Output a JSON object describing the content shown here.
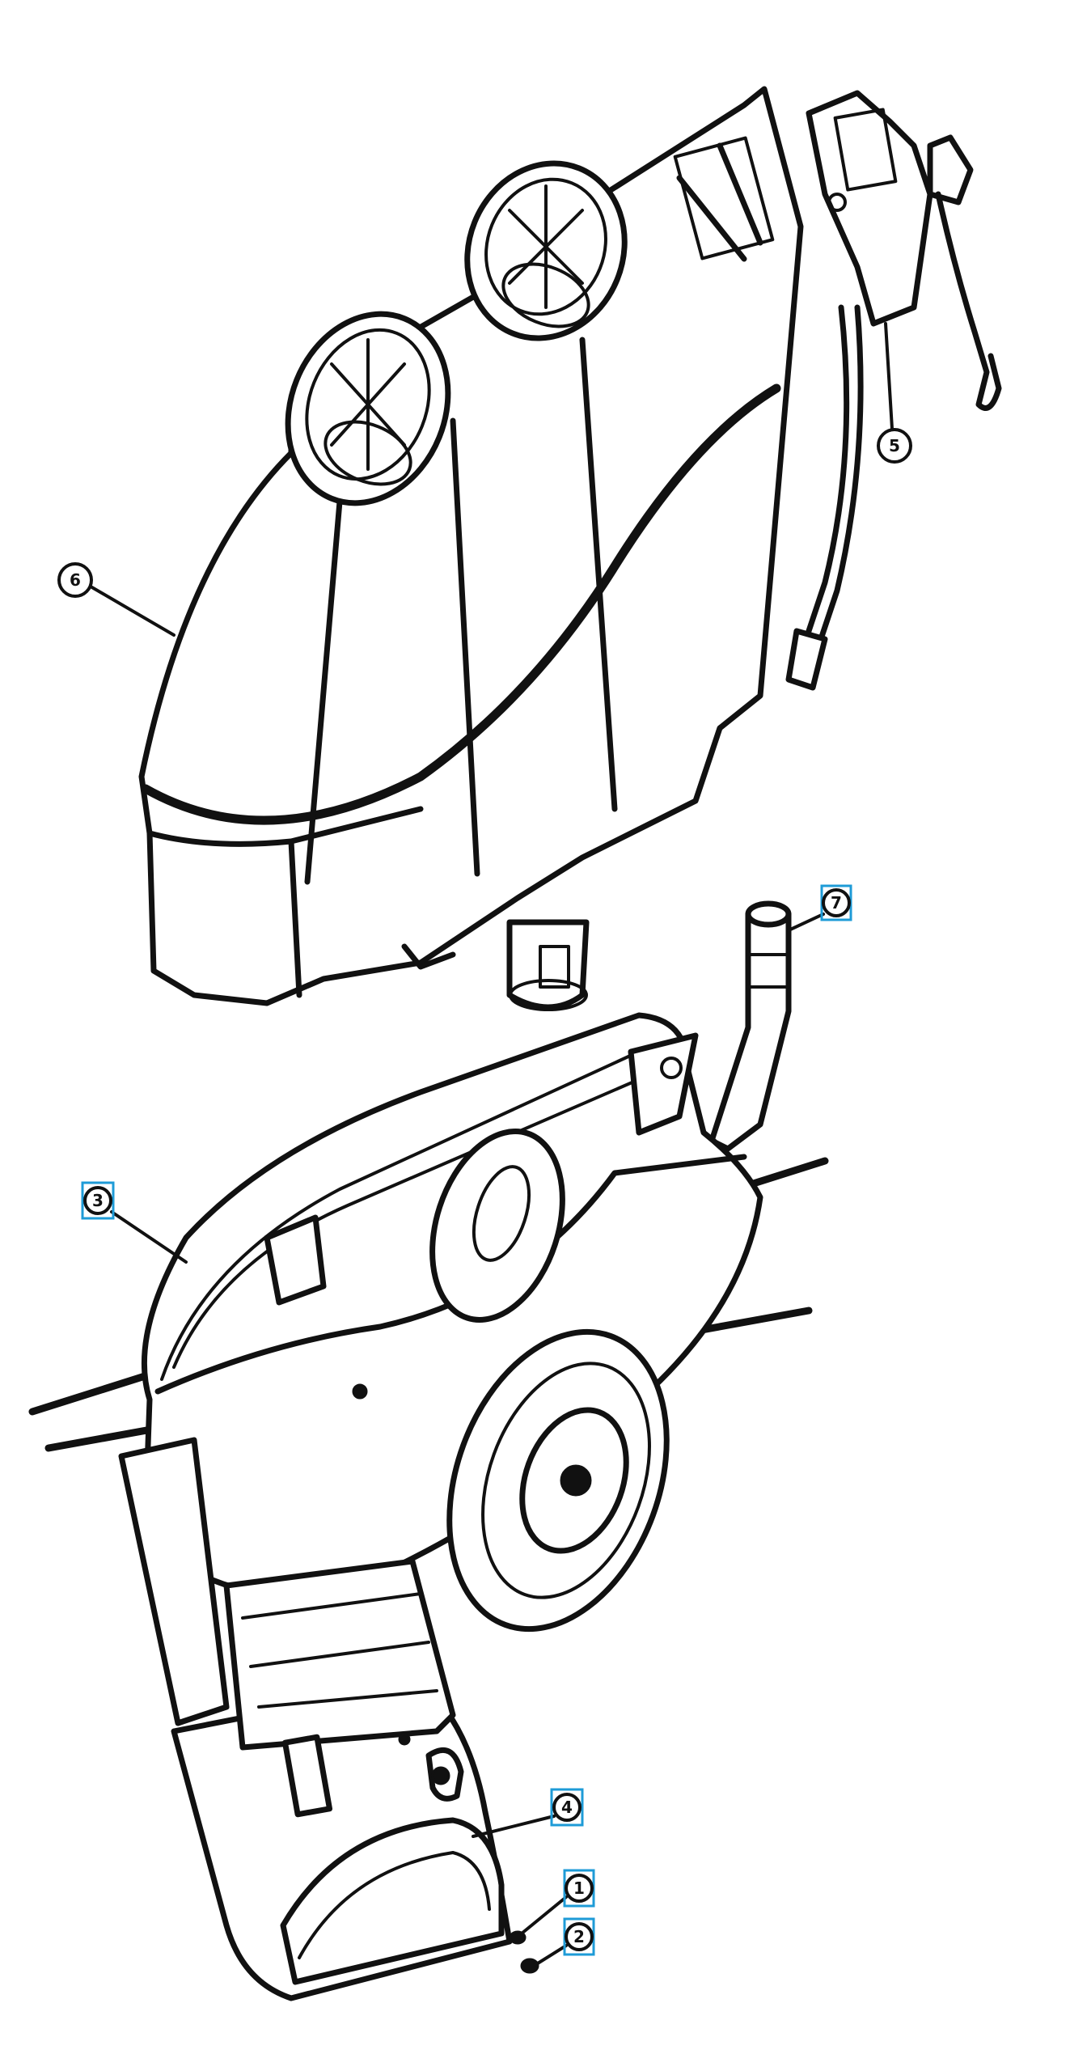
{
  "callouts": {
    "c1": {
      "label": "1",
      "highlighted": true
    },
    "c2": {
      "label": "2",
      "highlighted": true
    },
    "c3": {
      "label": "3",
      "highlighted": true
    },
    "c4": {
      "label": "4",
      "highlighted": true
    },
    "c5": {
      "label": "5",
      "highlighted": false
    },
    "c6": {
      "label": "6",
      "highlighted": false
    },
    "c7": {
      "label": "7",
      "highlighted": true
    }
  },
  "colors": {
    "line": "#111111",
    "background": "#ffffff",
    "highlight": "#1e9bd7"
  }
}
